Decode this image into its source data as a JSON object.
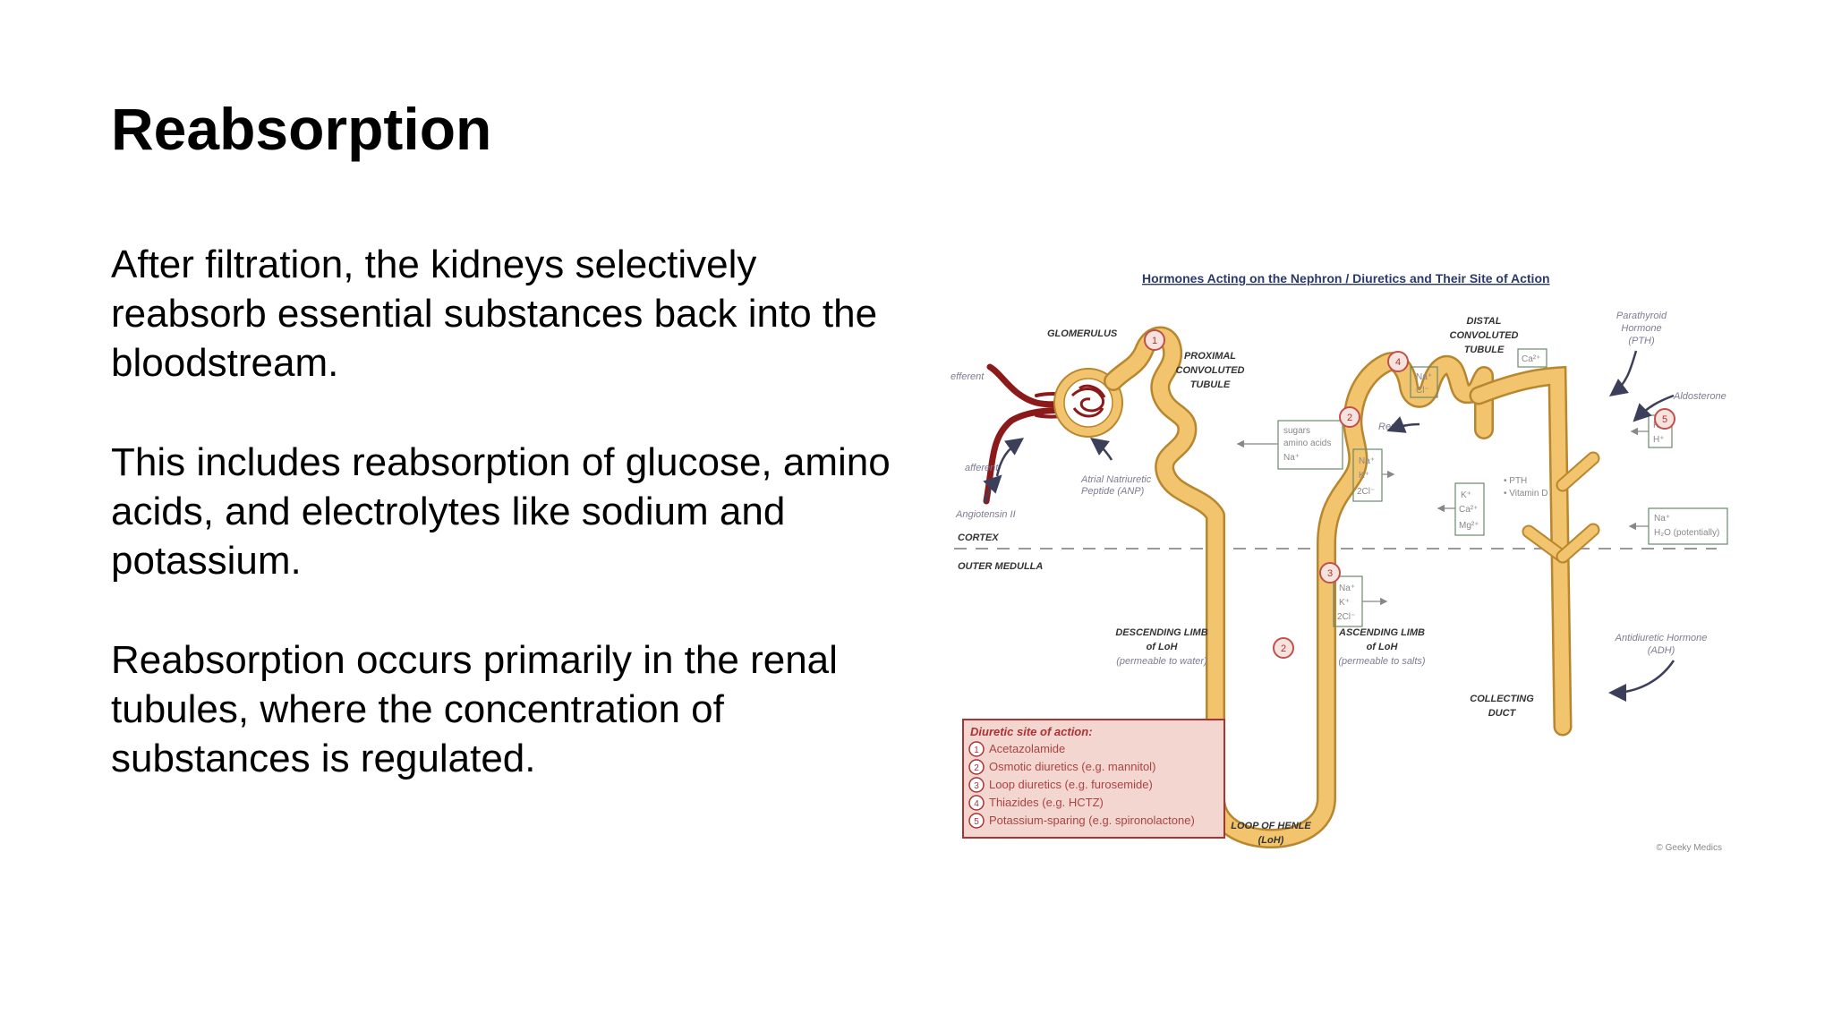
{
  "slide": {
    "title": "Reabsorption",
    "paragraphs": [
      "After filtration, the kidneys selectively reabsorb essential substances back into the bloodstream.",
      "This includes reabsorption of glucose, amino acids, and electrolytes like sodium and potassium.",
      "Reabsorption occurs primarily in the renal tubules, where the concentration of substances is regulated."
    ]
  },
  "figure": {
    "title": "Hormones Acting on the Nephron / Diuretics and Their Site of Action",
    "labels": {
      "glomerulus": "GLOMERULUS",
      "efferent": "efferent",
      "afferent": "afferent",
      "angiotensin": "Angiotensin II",
      "anp": [
        "Atrial Natriuretic",
        "Peptide (ANP)"
      ],
      "pct": [
        "PROXIMAL",
        "CONVOLUTED",
        "TUBULE"
      ],
      "dct": [
        "DISTAL",
        "CONVOLUTED",
        "TUBULE"
      ],
      "pth": [
        "Parathyroid",
        "Hormone",
        "(PTH)"
      ],
      "aldosterone": "Aldosterone",
      "renin": "Renin",
      "cortex": "CORTEX",
      "outer_medulla": "OUTER MEDULLA",
      "descending": [
        "DESCENDING LIMB",
        "of LoH",
        "(permeable to water)"
      ],
      "ascending": [
        "ASCENDING LIMB",
        "of LoH",
        "(permeable to salts)"
      ],
      "loop": [
        "LOOP OF HENLE",
        "(LoH)"
      ],
      "collecting": [
        "COLLECTING",
        "DUCT"
      ],
      "adh": [
        "Antidiuretic Hormone",
        "(ADH)"
      ],
      "pth_vitd": [
        "• PTH",
        "• Vitamin D"
      ],
      "copyright": "© Geeky Medics"
    },
    "ion_boxes": {
      "pct": [
        "sugars",
        "amino acids",
        "Na⁺"
      ],
      "asc_cortex": [
        "Na⁺",
        "K⁺",
        "2Cl⁻"
      ],
      "dct_top": [
        "Na⁺",
        "Cl⁻"
      ],
      "ca": "Ca²⁺",
      "k_ca_mg": [
        "K⁺",
        "Ca²⁺",
        "Mg²⁺"
      ],
      "k_h": [
        "K⁺",
        "H⁺"
      ],
      "cd": [
        "Na⁺",
        "H₂O (potentially)"
      ],
      "medulla": [
        "Na⁺",
        "K⁺",
        "2Cl⁻"
      ]
    },
    "markers": [
      "1",
      "2",
      "2",
      "3",
      "4",
      "5"
    ],
    "legend": {
      "title": "Diuretic site of action:",
      "items": [
        {
          "num": "1",
          "text": "Acetazolamide"
        },
        {
          "num": "2",
          "text": "Osmotic diuretics (e.g. mannitol)"
        },
        {
          "num": "3",
          "text": "Loop diuretics (e.g. furosemide)"
        },
        {
          "num": "4",
          "text": "Thiazides (e.g. HCTZ)"
        },
        {
          "num": "5",
          "text": "Potassium-sparing (e.g. spironolactone)"
        }
      ]
    },
    "colors": {
      "tubule": "#f2c46d",
      "tubule_edge": "#b8862e",
      "vessel": "#8b1a1a",
      "marker": "#c0504d",
      "legend_bg": "#f2d6cf",
      "legend_border": "#a33",
      "arrow": "#3c3f5a"
    }
  }
}
